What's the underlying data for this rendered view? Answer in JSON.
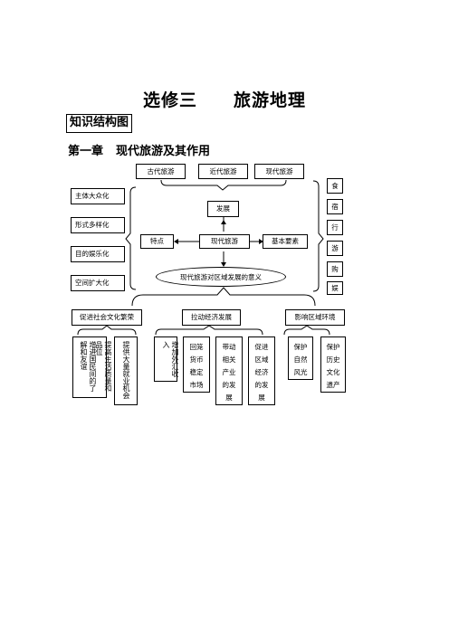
{
  "header": {
    "course": "选修三",
    "subject": "旅游地理",
    "section_label": "知识结构图",
    "chapter_no": "第一章",
    "chapter_title": "现代旅游及其作用"
  },
  "diagram": {
    "eras": [
      "古代旅游",
      "近代旅游",
      "现代旅游"
    ],
    "development": "发展",
    "modern": "现代旅游",
    "features": "特点",
    "elements": "基本要素",
    "feature_list": [
      "主体大众化",
      "形式多样化",
      "目的娱乐化",
      "空间扩大化"
    ],
    "element_list": [
      "食",
      "宿",
      "行",
      "游",
      "购",
      "娱"
    ],
    "significance": "现代旅游对区域发展的意义",
    "impacts": [
      {
        "label": "促进社会文化繁荣",
        "items": [
          "提高生活质量和品位",
          "增进国民间的了解和友谊",
          "提供大量就业机会"
        ]
      },
      {
        "label": "拉动经济发展",
        "items": [
          "增加外汇收入",
          "回笼货币稳定市场",
          "带动相关产业的发展",
          "促进区域经济的发展"
        ]
      },
      {
        "label": "影响区域环境",
        "items": [
          "保护自然风光",
          "保护历史文化遗产"
        ]
      }
    ]
  }
}
